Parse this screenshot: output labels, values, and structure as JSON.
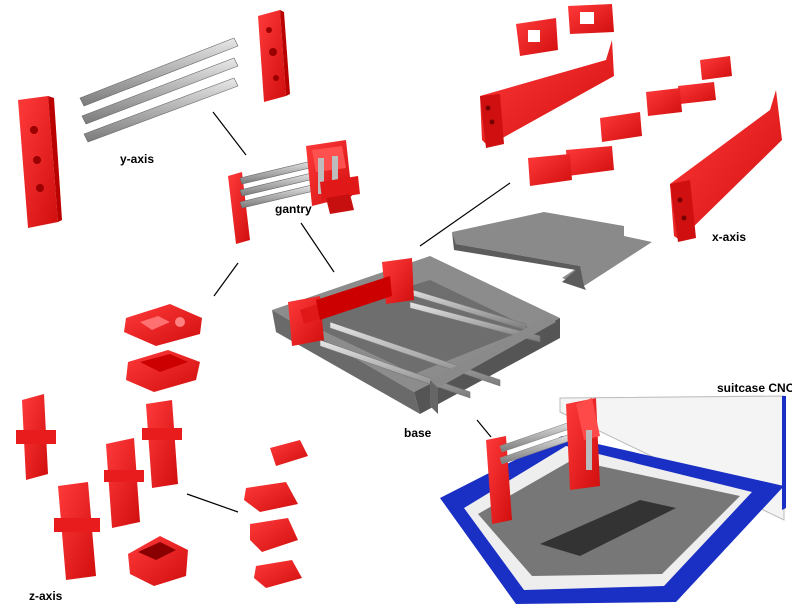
{
  "labels": {
    "y_axis": "y-axis",
    "gantry": "gantry",
    "x_axis": "x-axis",
    "base": "base",
    "z_axis": "z-axis",
    "suitcase": "suitcase CNC"
  },
  "colors": {
    "part_red": "#ff1f1f",
    "part_dark_red": "#c40d0d",
    "rod_grey": "#b9b9b9",
    "plate_grey": "#777777",
    "case_blue": "#1a2fc4",
    "connector": "#000000"
  }
}
